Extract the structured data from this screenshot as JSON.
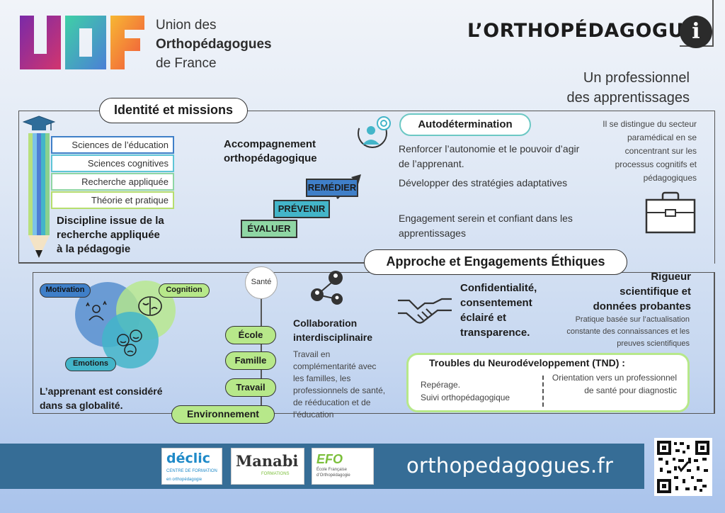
{
  "header": {
    "logo_letters": "UOF",
    "org_name_line1": "Union des",
    "org_name_line2": "Orthopédagogues",
    "org_name_line3": "de France",
    "main_title": "L’ORTHOPÉDAGOGUE",
    "info_icon_label": "i",
    "subtitle_line1": "Un professionnel",
    "subtitle_line2": "des apprentissages"
  },
  "identity": {
    "section_title": "Identité et missions",
    "disciplines": [
      "Sciences de l’éducation",
      "Sciences cognitives",
      "Recherche appliquée",
      "Théorie et pratique"
    ],
    "discipline_text_line1": "Discipline issue de la",
    "discipline_text_line2": "recherche appliquée",
    "discipline_text_line3": "à la pédagogie",
    "accompaniment_line1": "Accompagnement",
    "accompaniment_line2": "orthopédagogique",
    "steps": [
      "ÉVALUER",
      "PRÉVENIR",
      "REMÉDIER"
    ],
    "autodetermination_title": "Autodétermination",
    "autodetermination_points": [
      "Renforcer l’autonomie et le pouvoir d’agir de l’apprenant.",
      "Développer des stratégies adaptatives",
      "Engagement serein et confiant dans les apprentissages"
    ],
    "distinct_text": "Il se distingue du secteur paramédical en se concentrant sur les processus cognitifs et pédagogiques"
  },
  "approach": {
    "section_title": "Approche et Engagements Éthiques",
    "venn_labels": [
      "Motivation",
      "Cognition",
      "Emotions"
    ],
    "globalite_line1": "L’apprenant est considéré",
    "globalite_line2": "dans sa globalité.",
    "environment_top": "Santé",
    "environment_items": [
      "École",
      "Famille",
      "Travail"
    ],
    "environment_label": "Environnement",
    "collab_title_line1": "Collaboration",
    "collab_title_line2": "interdisciplinaire",
    "collab_text": "Travail en complémentarité avec les familles, les professionnels de santé, de rééducation et de l’éducation",
    "confid_text": "Confidentialité, consentement éclairé et transparence.",
    "rigueur_title_line1": "Rigueur",
    "rigueur_title_line2": "scientifique et",
    "rigueur_title_line3": "données probantes",
    "rigueur_text": "Pratique basée sur l’actualisation constante des connaissances et les preuves scientifiques",
    "tnd_title": "Troubles du Neurodéveloppement (TND) :",
    "tnd_left_line1": "Repérage.",
    "tnd_left_line2": "Suivi orthopédagogique",
    "tnd_right": "Orientation vers un professionnel de santé pour diagnostic"
  },
  "footer": {
    "declic_name": "déclic",
    "declic_sub_line1": "CENTRE DE FORMATION",
    "declic_sub_line2": "en orthopédagogie",
    "manabi_name": "Manabi",
    "manabi_sub": "FORMATIONS",
    "efo_name": "EFO",
    "efo_sub_line1": "École Française",
    "efo_sub_line2": "d’Orthopédagogie",
    "website": "orthopedagogues.fr"
  },
  "colors": {
    "blue": "#3f7fc8",
    "teal": "#43b5c9",
    "green": "#8fd6a4",
    "lime": "#b7e88a",
    "footer": "#366d96"
  }
}
